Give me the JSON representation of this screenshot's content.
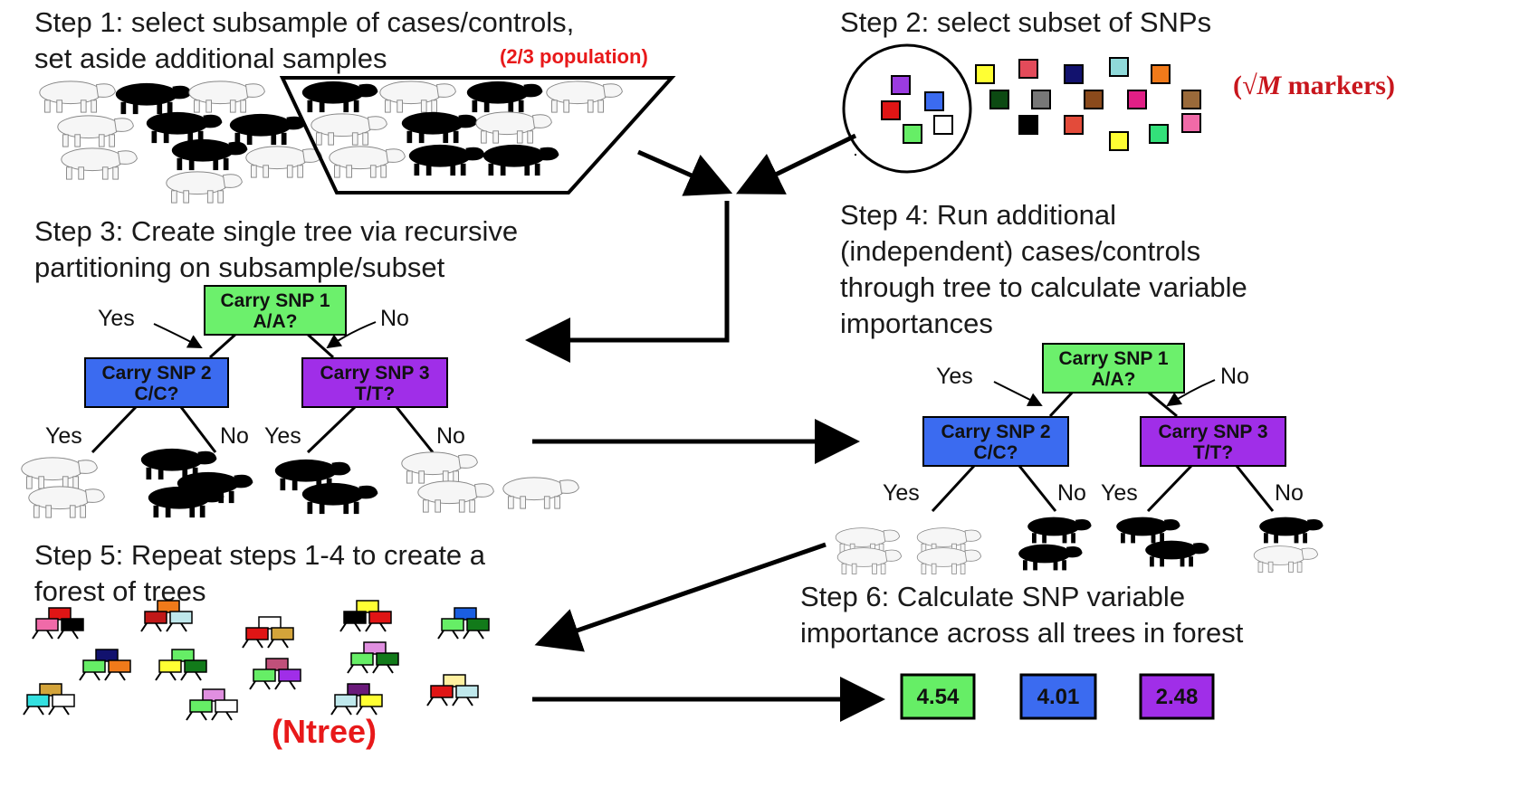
{
  "steps": {
    "step1": [
      "Step 1: select subsample of cases/controls,",
      "set aside additional samples"
    ],
    "step2": "Step 2: select subset of SNPs",
    "step3": [
      "Step 3: Create single tree via recursive",
      "partitioning on subsample/subset"
    ],
    "step4": [
      "Step 4: Run additional",
      "(independent) cases/controls",
      "through tree to calculate variable",
      "importances"
    ],
    "step5": [
      "Step 5: Repeat steps 1-4 to create a",
      "forest of trees"
    ],
    "step6": [
      "Step 6: Calculate SNP variable",
      "importance across all trees in forest"
    ]
  },
  "annotations": {
    "population": "(2/3 population)",
    "markers_sqrt": "√M",
    "markers_label": "markers",
    "ntree": "(Ntree)"
  },
  "tree": {
    "root": [
      "Carry SNP 1",
      "A/A?"
    ],
    "left": [
      "Carry SNP 2",
      "C/C?"
    ],
    "right": [
      "Carry SNP 3",
      "T/T?"
    ],
    "yes": "Yes",
    "no": "No"
  },
  "scores": [
    {
      "value": "4.54",
      "color": "#66ee66"
    },
    {
      "value": "4.01",
      "color": "#3b6bf0"
    },
    {
      "value": "2.48",
      "color": "#a02ee8"
    }
  ],
  "colors": {
    "root_node": "#6cf06c",
    "left_node": "#3b6bf0",
    "right_node": "#a02ee8",
    "annotation_red": "#e8191a",
    "case_sheep": "#000000",
    "control_sheep": "#f6f6f6"
  }
}
